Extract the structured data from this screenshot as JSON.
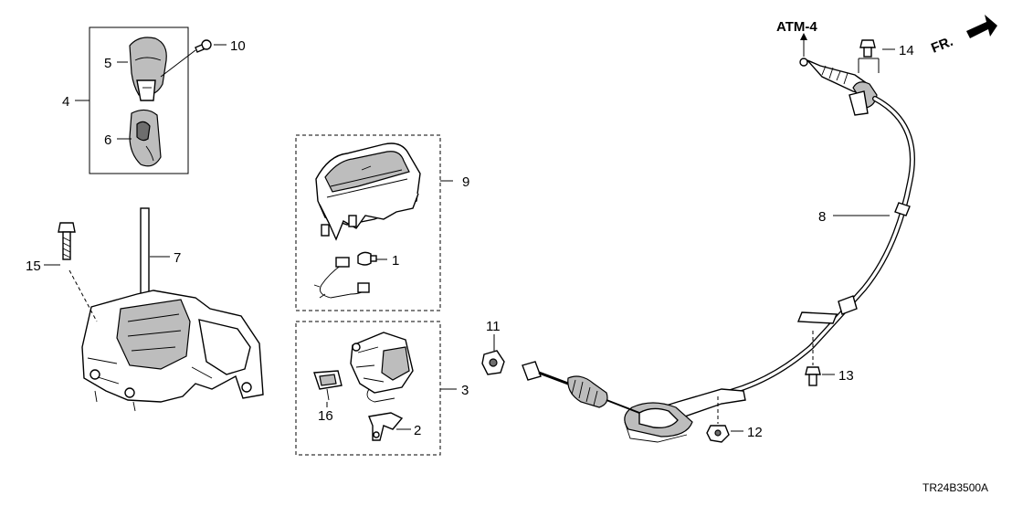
{
  "header": {
    "ref_label": "ATM-4",
    "direction_label": "FR."
  },
  "footer": {
    "diagram_code": "TR24B3500A"
  },
  "callouts": [
    {
      "id": "p1",
      "text": "1"
    },
    {
      "id": "p2",
      "text": "2"
    },
    {
      "id": "p3",
      "text": "3"
    },
    {
      "id": "p4",
      "text": "4"
    },
    {
      "id": "p5",
      "text": "5"
    },
    {
      "id": "p6",
      "text": "6"
    },
    {
      "id": "p7",
      "text": "7"
    },
    {
      "id": "p8",
      "text": "8"
    },
    {
      "id": "p9",
      "text": "9"
    },
    {
      "id": "p10",
      "text": "10"
    },
    {
      "id": "p11",
      "text": "11"
    },
    {
      "id": "p12",
      "text": "12"
    },
    {
      "id": "p13",
      "text": "13"
    },
    {
      "id": "p14",
      "text": "14"
    },
    {
      "id": "p15",
      "text": "15"
    },
    {
      "id": "p16",
      "text": "16"
    }
  ]
}
